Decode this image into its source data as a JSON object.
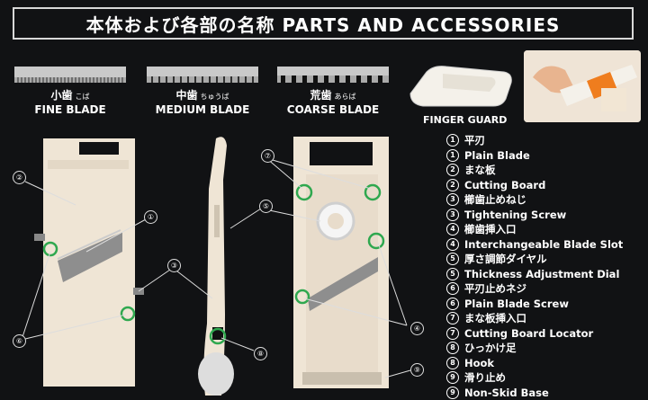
{
  "title": "本体および各部の名称  PARTS AND ACCESSORIES",
  "blades": [
    {
      "jp": "小歯",
      "ruby": "こば",
      "en": "FINE BLADE"
    },
    {
      "jp": "中歯",
      "ruby": "ちゅうば",
      "en": "MEDIUM BLADE"
    },
    {
      "jp": "荒歯",
      "ruby": "あらば",
      "en": "COARSE BLADE"
    }
  ],
  "finger_guard": "FINGER GUARD",
  "callouts": [
    "①",
    "②",
    "③",
    "④",
    "⑤",
    "⑥",
    "⑦",
    "⑧",
    "⑨"
  ],
  "legend": [
    {
      "num": "1",
      "jp": "平刃",
      "en": "Plain Blade"
    },
    {
      "num": "2",
      "jp": "まな板",
      "en": "Cutting Board"
    },
    {
      "num": "3",
      "jp": "櫛歯止めねじ",
      "en": "Tightening Screw"
    },
    {
      "num": "4",
      "jp": "櫛歯挿入口",
      "en": "Interchangeable Blade Slot"
    },
    {
      "num": "5",
      "jp": "厚さ調節ダイヤル",
      "en": "Thickness Adjustment Dial"
    },
    {
      "num": "6",
      "jp": "平刃止めネジ",
      "en": "Plain Blade Screw"
    },
    {
      "num": "7",
      "jp": "まな板挿入口",
      "en": "Cutting Board Locator"
    },
    {
      "num": "8",
      "jp": "ひっかけ足",
      "en": "Hook"
    },
    {
      "num": "9",
      "jp": "滑り止め",
      "en": "Non-Skid Base"
    }
  ],
  "colors": {
    "background": "#111214",
    "body": "#efe5d5",
    "highlight": "#2fa84f"
  }
}
